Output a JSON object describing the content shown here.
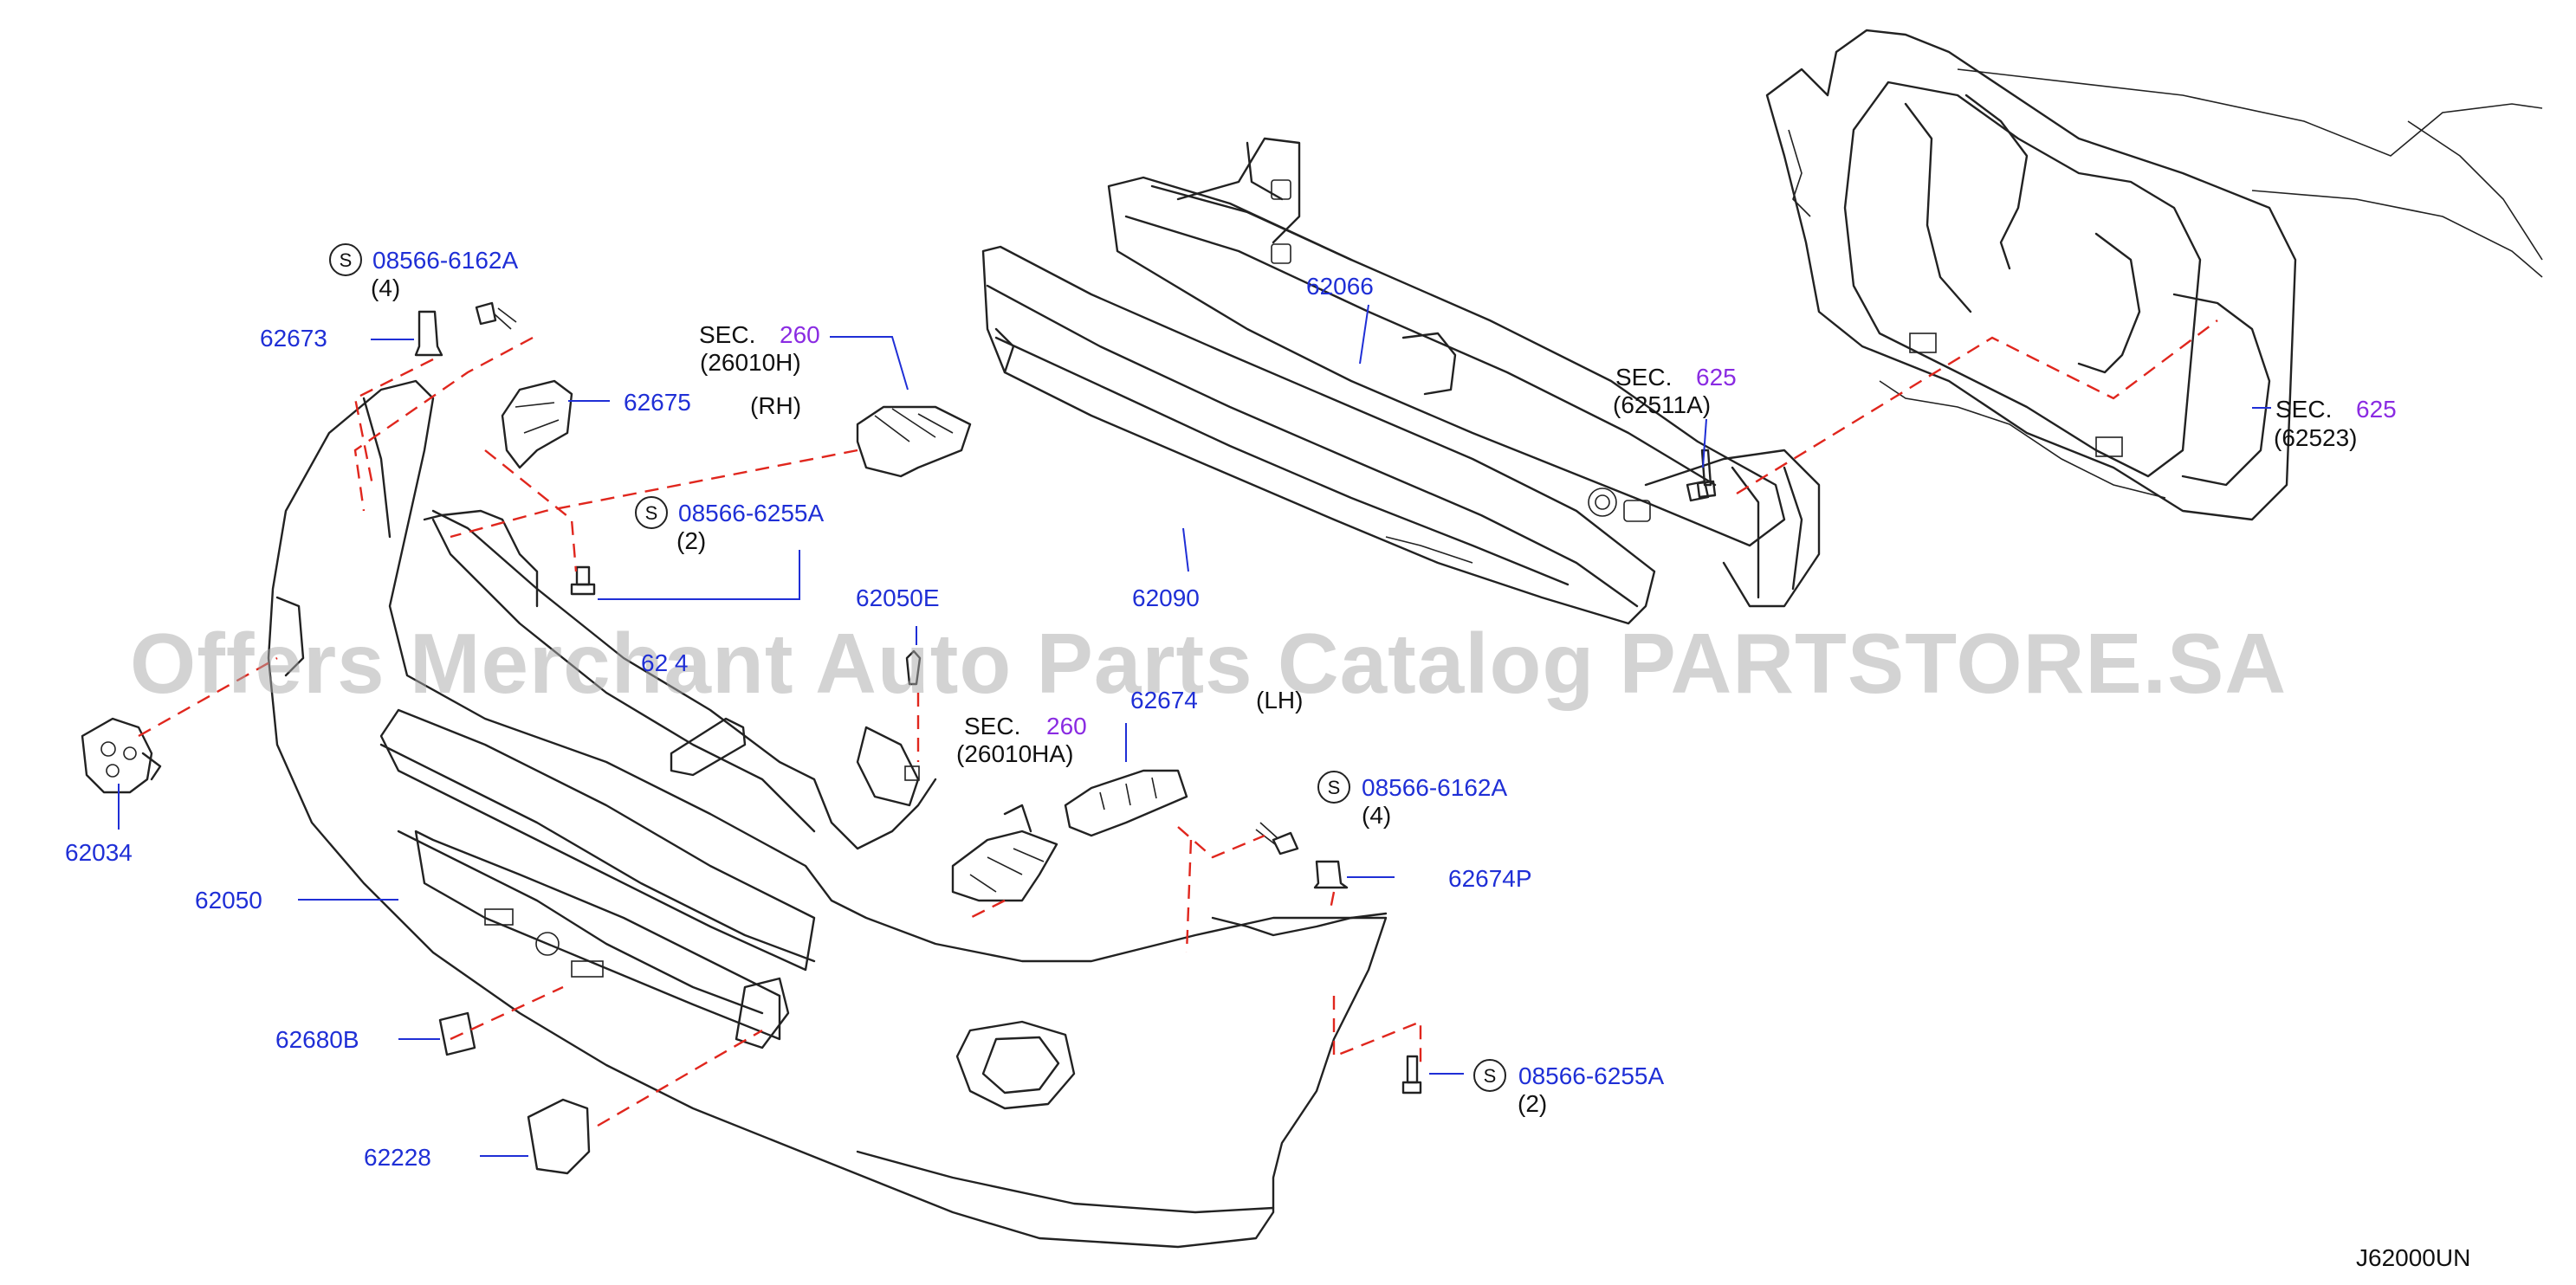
{
  "watermark": "Offers Merchant Auto Parts Catalog PARTSTORE.SA",
  "diagram_code": "J62000UN",
  "screw_symbol": "S",
  "labels": {
    "p62673": "62673",
    "p62675": "62675",
    "p62066": "62066",
    "p62090": "62090",
    "p62034": "62034",
    "p62050": "62050",
    "p62050e": "62050E",
    "p62674": "62674",
    "p62674p": "62674P",
    "p62680b": "62680B",
    "p62228": "62228",
    "p6224": "62 4",
    "bolt_6162a_top": "08566-6162A",
    "bolt_6162a_top_qty": "(4)",
    "bolt_6255a_top": "08566-6255A",
    "bolt_6255a_top_qty": "(2)",
    "bolt_6162a_mid": "08566-6162A",
    "bolt_6162a_mid_qty": "(4)",
    "bolt_6255a_bot": "08566-6255A",
    "bolt_6255a_bot_qty": "(2)",
    "sec_word": "SEC.",
    "sec260": "260",
    "sec260_sub_rh": "(26010H)",
    "rh": "(RH)",
    "sec260_sub_lh": "(26010HA)",
    "lh": "(LH)",
    "sec625": "625",
    "sec625_sub_a": "(62511A)",
    "sec625_sub_b": "(62523)"
  },
  "colors": {
    "part_number": "#1f2fd6",
    "section_number": "#8a2be2",
    "dash_line": "#e0261d",
    "line_art": "#222222"
  }
}
